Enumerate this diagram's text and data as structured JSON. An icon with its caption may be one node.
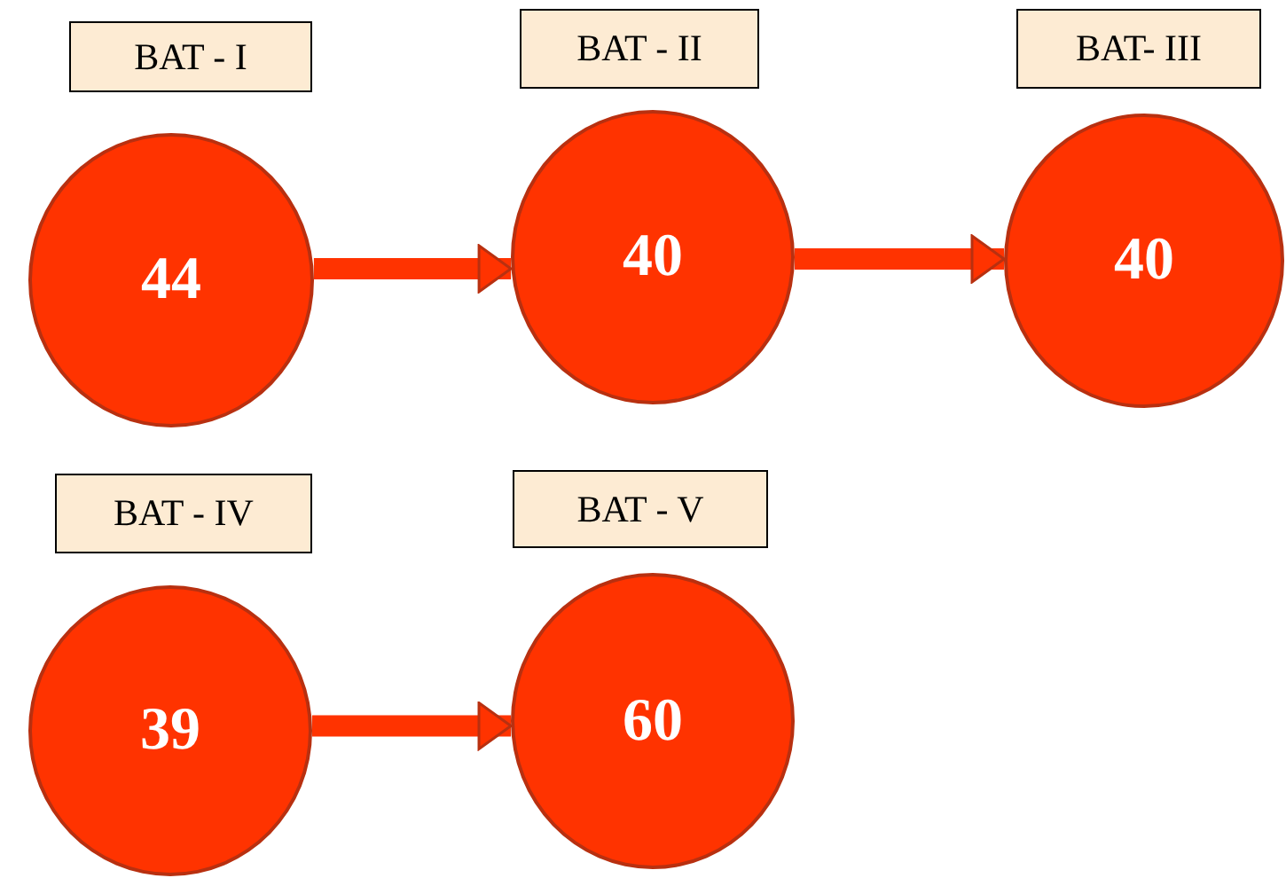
{
  "diagram": {
    "nodes": [
      {
        "text": [
          "BAT - I"
        ]
      },
      {
        "text": [
          "BAT - II"
        ]
      },
      {
        "text": [
          "BAT- III"
        ]
      },
      {
        "text": [
          "44"
        ]
      },
      {
        "text": [
          "40"
        ]
      },
      {
        "text": [
          "40"
        ]
      },
      {
        "text": [
          "BAT - IV"
        ]
      },
      {
        "text": [
          "BAT - V"
        ]
      },
      {
        "text": [
          "39"
        ]
      },
      {
        "text": [
          "60"
        ]
      }
    ],
    "edges": [
      {
        "from": 3,
        "to": 4,
        "arrow": "to"
      },
      {
        "from": 4,
        "to": 5,
        "arrow": "to"
      },
      {
        "from": 8,
        "to": 9,
        "arrow": "to"
      }
    ]
  }
}
